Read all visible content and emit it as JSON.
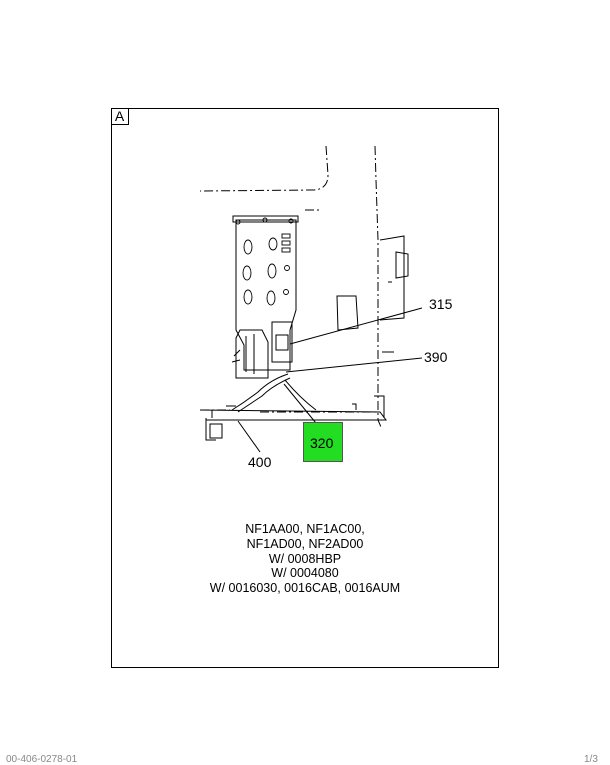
{
  "view": {
    "letter": "A"
  },
  "callouts": [
    {
      "id": "315",
      "label": "315"
    },
    {
      "id": "390",
      "label": "390"
    },
    {
      "id": "320",
      "label": "320",
      "highlighted": true,
      "highlight_color": "#22dd22"
    },
    {
      "id": "400",
      "label": "400"
    }
  ],
  "notes": {
    "lines": [
      "NF1AA00, NF1AC00,",
      "NF1AD00, NF2AD00",
      "W/ 0008HBP",
      "W/ 0004080",
      "W/ 0016030, 0016CAB, 0016AUM"
    ]
  },
  "footer": {
    "left": "00-406-0278-01",
    "right": "1/3"
  }
}
